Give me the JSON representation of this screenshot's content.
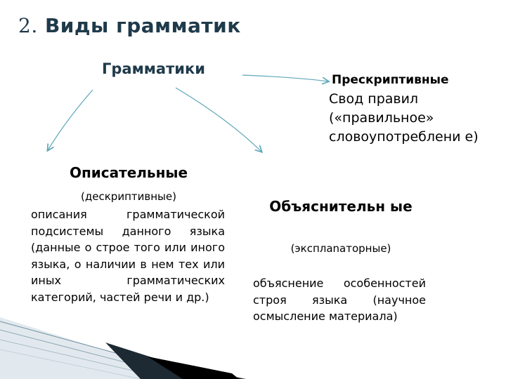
{
  "slide": {
    "title_number": "2.",
    "title_text": "Виды грамматик",
    "root_label": "Грамматики",
    "prescriptive": {
      "heading": "Прескриптивные",
      "description": "Свод правил («правильное» словоупотреблени е)"
    },
    "descriptive": {
      "heading": "Описательные",
      "subheading": "(дескриптивные)",
      "body": "описания грамматической подсистемы данного языка (данные о строе того или иного языка, о наличии в нем тех или иных грамматических категорий, частей речи и др.)"
    },
    "explanatory": {
      "heading": "Объяснительн ые",
      "subheading": "(эксплanaторные)",
      "body": "объяснение особенностей строя языка (научное осмысление материала)"
    }
  },
  "colors": {
    "title": "#1f3a4a",
    "arrow": "#5fa8b8",
    "corner_stripe": "#6e8fa0"
  }
}
